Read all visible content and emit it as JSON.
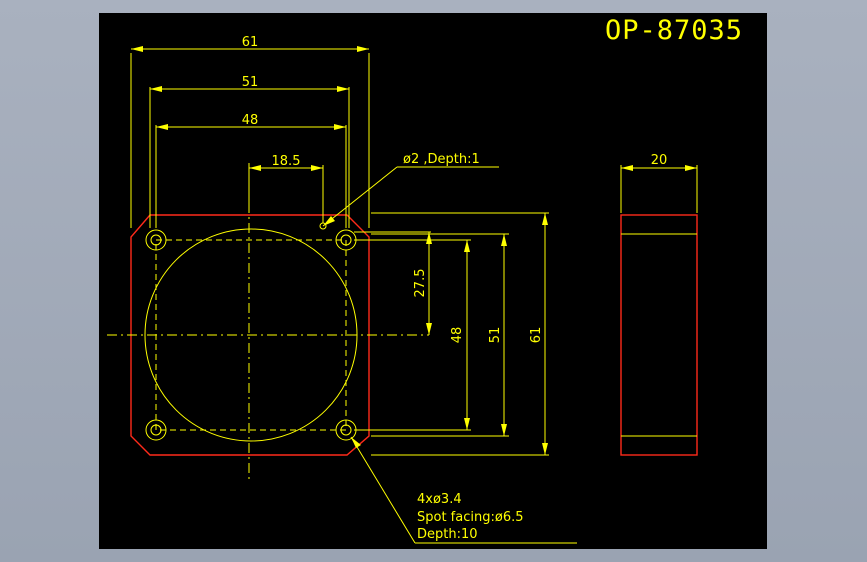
{
  "drawing": {
    "title": "OP-87035",
    "colors": {
      "background": "#000000",
      "frame": "#9aa3b2",
      "dimension": "#ffff00",
      "outline": "#ff2a1a"
    },
    "dimensions": {
      "width_overall": "61",
      "width_outer_holes": "51",
      "width_hole_centers": "48",
      "offset_pin_hole": "18.5",
      "height_to_center": "27.5",
      "height_hole_centers": "48",
      "height_outer": "51",
      "height_overall": "61",
      "side_thickness": "20"
    },
    "notes": {
      "pin_hole": "ø2 ,Depth:1",
      "holes_line1": "4xø3.4",
      "holes_line2": "Spot facing:ø6.5",
      "holes_line3": "Depth:10"
    }
  }
}
